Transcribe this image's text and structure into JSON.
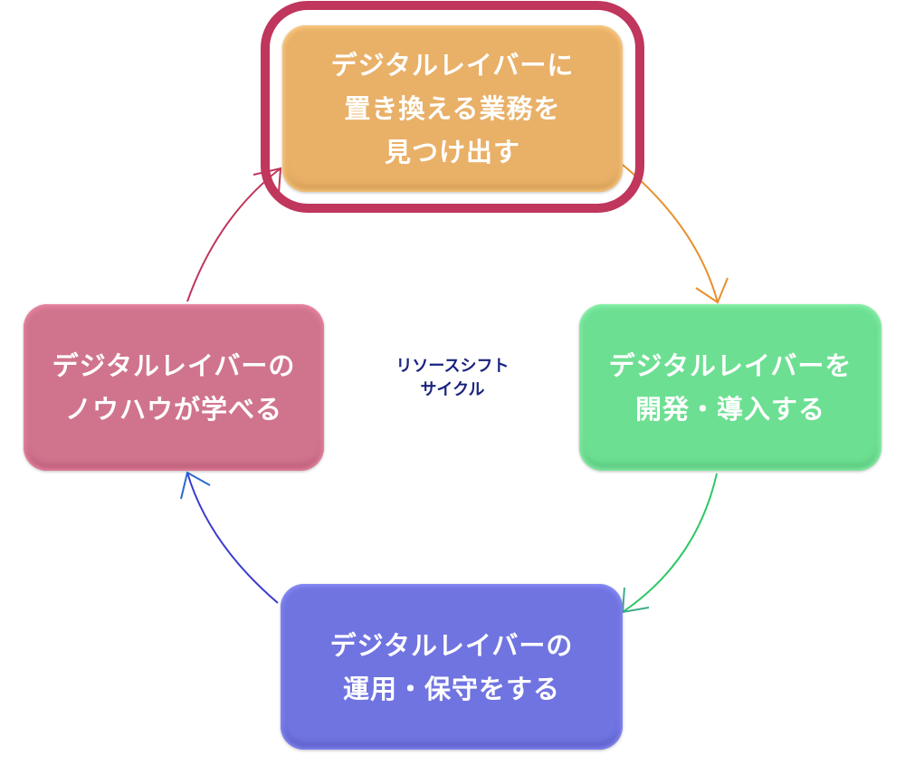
{
  "diagram": {
    "title_lines": [
      "リソースシフト",
      "サイクル"
    ],
    "steps": [
      {
        "id": "find",
        "lines": [
          "デジタルレイバーに",
          "置き換える業務を",
          "見つけ出す"
        ],
        "color": "#e9b068",
        "highlighted": true,
        "highlight_color": "#c0365c"
      },
      {
        "id": "develop",
        "lines": [
          "デジタルレイバーを",
          "開発・導入する"
        ],
        "color": "#6ddf92",
        "highlighted": false
      },
      {
        "id": "operate",
        "lines": [
          "デジタルレイバーの",
          "運用・保守をする"
        ],
        "color": "#7074e0",
        "highlighted": false
      },
      {
        "id": "learn",
        "lines": [
          "デジタルレイバーの",
          "ノウハウが学べる"
        ],
        "color": "#d0748d",
        "highlighted": false
      }
    ],
    "arrows": [
      {
        "from": "find",
        "to": "develop",
        "color": "#e8902a"
      },
      {
        "from": "develop",
        "to": "operate",
        "color": "#2ec866"
      },
      {
        "from": "operate",
        "to": "learn",
        "color": "#3a3ad0"
      },
      {
        "from": "learn",
        "to": "find",
        "color": "#c0365c"
      }
    ]
  }
}
